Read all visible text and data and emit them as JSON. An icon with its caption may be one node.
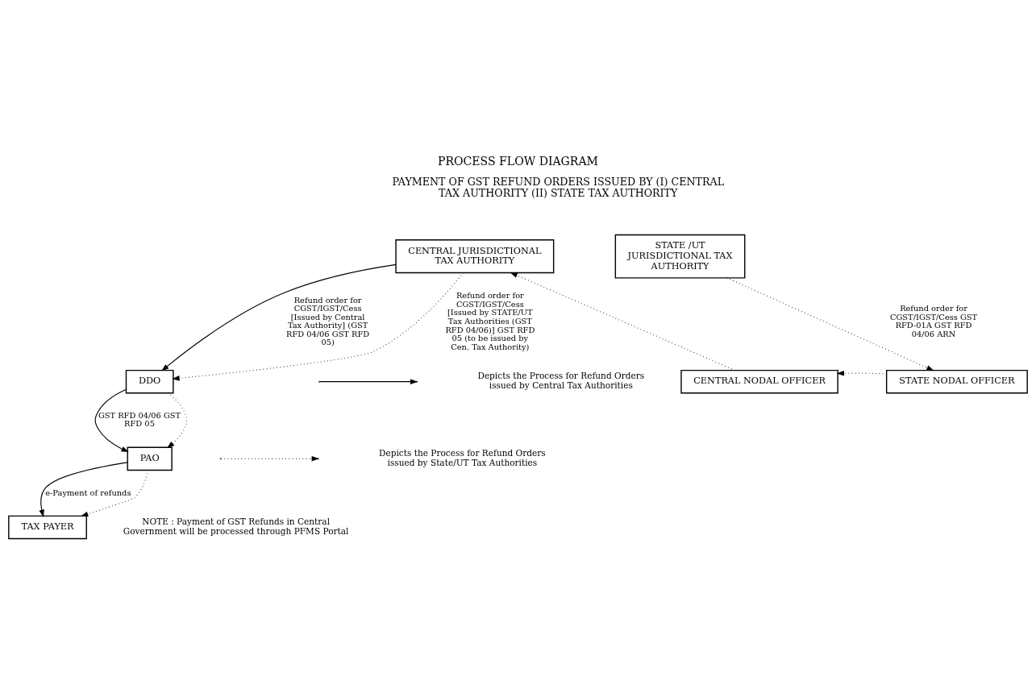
{
  "diagram": {
    "title": "PROCESS FLOW DIAGRAM",
    "nodes": [
      {
        "text": [
          "CENTRAL JURISDICTIONAL TAX AUTHORITY"
        ]
      },
      {
        "text": [
          "STATE /UT JURISDICTIONAL TAX AUTHORITY"
        ]
      },
      {
        "text": [
          "CENTRAL NODAL OFFICER"
        ]
      },
      {
        "text": [
          "STATE NODAL OFFICER"
        ]
      },
      {
        "text": [
          "DDO"
        ]
      },
      {
        "text": [
          "PAO"
        ]
      },
      {
        "text": [
          "TAX PAYER"
        ]
      }
    ],
    "edges": [
      {
        "from": 0,
        "to": 4,
        "arrow": "to",
        "label": "Refund order for CGST/IGST/Cess [Issued by Central Tax Authority] (GST RFD 04/06 GST RFD 05)"
      },
      {
        "from": 1,
        "to": 3,
        "arrow": "to",
        "style": "dashed",
        "label": "Refund order for CGST/IGST/Cess GST RFD-01A GST RFD 04/06 ARN"
      },
      {
        "from": 3,
        "to": 2,
        "arrow": "to",
        "style": "dashed"
      },
      {
        "from": 2,
        "to": 0,
        "arrow": "to",
        "style": "dashed"
      },
      {
        "from": 0,
        "to": 4,
        "arrow": "to",
        "style": "dashed",
        "label": "Refund order for CGST/IGST/Cess [Issued by STATE/UT Tax Authorities (GST RFD 04/06)] GST RFD 05 (to be issued by Cen. Tax Authority)"
      },
      {
        "from": 4,
        "to": 5,
        "arrow": "to",
        "label": "GST RFD 04/06 GST RFD 05"
      },
      {
        "from": 4,
        "to": 5,
        "arrow": "to",
        "style": "dashed"
      },
      {
        "from": 5,
        "to": 6,
        "arrow": "to",
        "label": "e-Payment of refunds"
      },
      {
        "from": 5,
        "to": 6,
        "arrow": "to",
        "style": "dashed"
      }
    ],
    "labels": [
      "PAYMENT OF GST REFUND ORDERS ISSUED BY (I) CENTRAL TAX AUTHORITY (II) STATE TAX AUTHORITY",
      "NOTE : Payment of GST Refunds in Central Government will be processed through PFMS Portal"
    ],
    "legend": [
      {
        "text": "Depicts the Process for Refund Orders issued by Central Tax Authorities"
      },
      {
        "text": "Depicts the Process for Refund Orders issued by State/UT Tax Authorities"
      }
    ]
  }
}
